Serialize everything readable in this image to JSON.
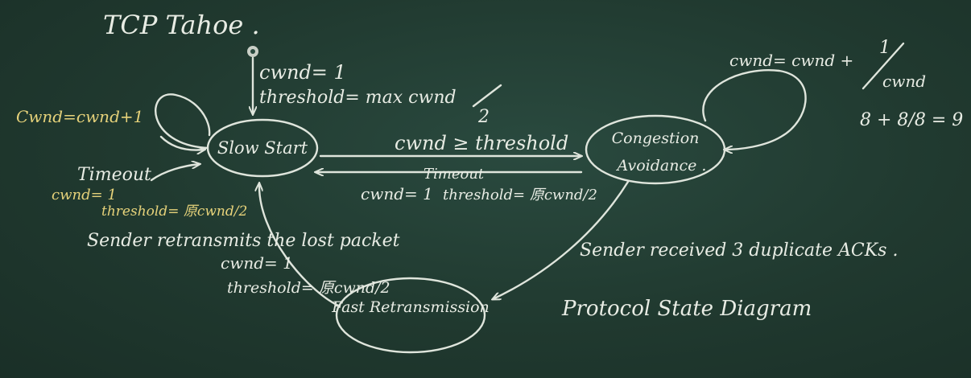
{
  "title": "TCP Tahoe .",
  "states": {
    "slow_start": "Slow Start",
    "congestion_avoidance_line1": "Congestion",
    "congestion_avoidance_line2": "Avoidance .",
    "fast_retransmission": "Fast Retransmission"
  },
  "init": {
    "cwnd": "cwnd= 1",
    "threshold": "threshold= max cwnd",
    "frac_den": "2"
  },
  "slow_start_loop": "Cwnd=cwnd+1",
  "slow_start_timeout": {
    "label": "Timeout",
    "cwnd": "cwnd= 1",
    "threshold": "threshold= 原cwnd/2"
  },
  "ss_to_ca": "cwnd ≥ threshold",
  "ca_to_ss": {
    "label": "Timeout",
    "cwnd": "cwnd= 1",
    "threshold": "threshold= 原cwnd/2"
  },
  "ca_loop": {
    "text": "cwnd= cwnd +",
    "num": "1",
    "den": "cwnd"
  },
  "side_calc": "8 + 8/8 = 9",
  "fr_transition": {
    "sender": "Sender retransmits the lost packet",
    "cwnd": "cwnd= 1",
    "threshold": "threshold= 原cwnd/2"
  },
  "dup_ack": "Sender received 3 duplicate ACKs .",
  "caption": "Protocol State Diagram"
}
